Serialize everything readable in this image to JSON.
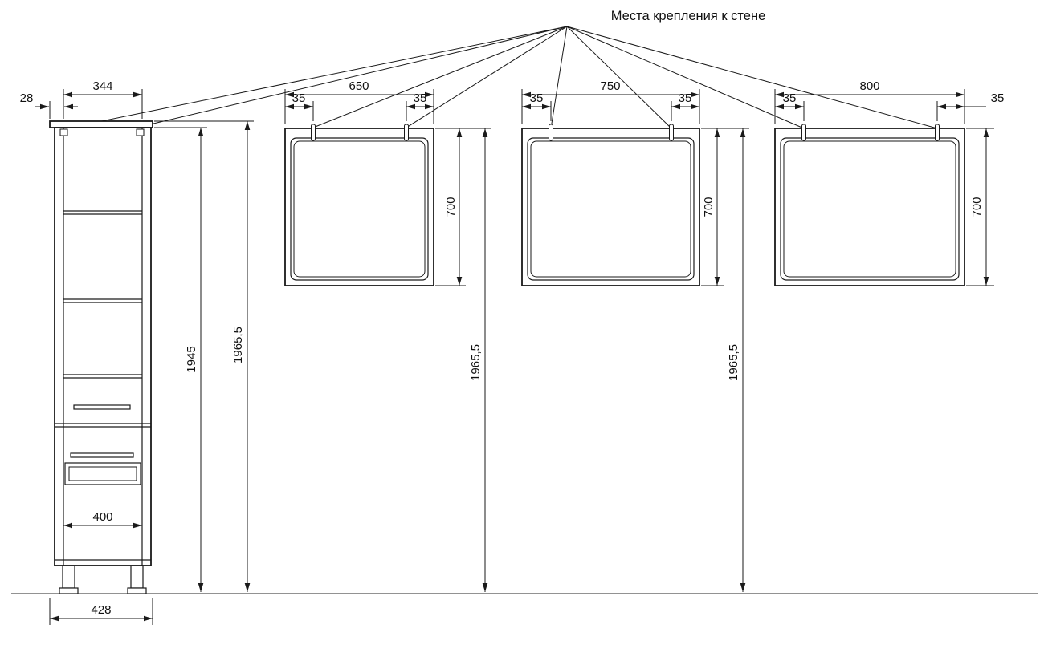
{
  "title": "Места крепления к стене",
  "colors": {
    "line": "#1a1a1a",
    "ground": "#6e6e6e",
    "background": "#ffffff"
  },
  "cabinet": {
    "top_width": "344",
    "top_overhang": "28",
    "body_height": "1945",
    "overall_height": "1965,5",
    "base_inner_width": "400",
    "base_overall_width": "428"
  },
  "mirrors": [
    {
      "width": "650",
      "offset_left": "35",
      "offset_right": "35",
      "height": "700",
      "mount_height": "1965,5"
    },
    {
      "width": "750",
      "offset_left": "35",
      "offset_right": "35",
      "height": "700",
      "mount_height": "1965,5"
    },
    {
      "width": "800",
      "offset_left": "35",
      "offset_right": "35",
      "height": "700"
    }
  ]
}
